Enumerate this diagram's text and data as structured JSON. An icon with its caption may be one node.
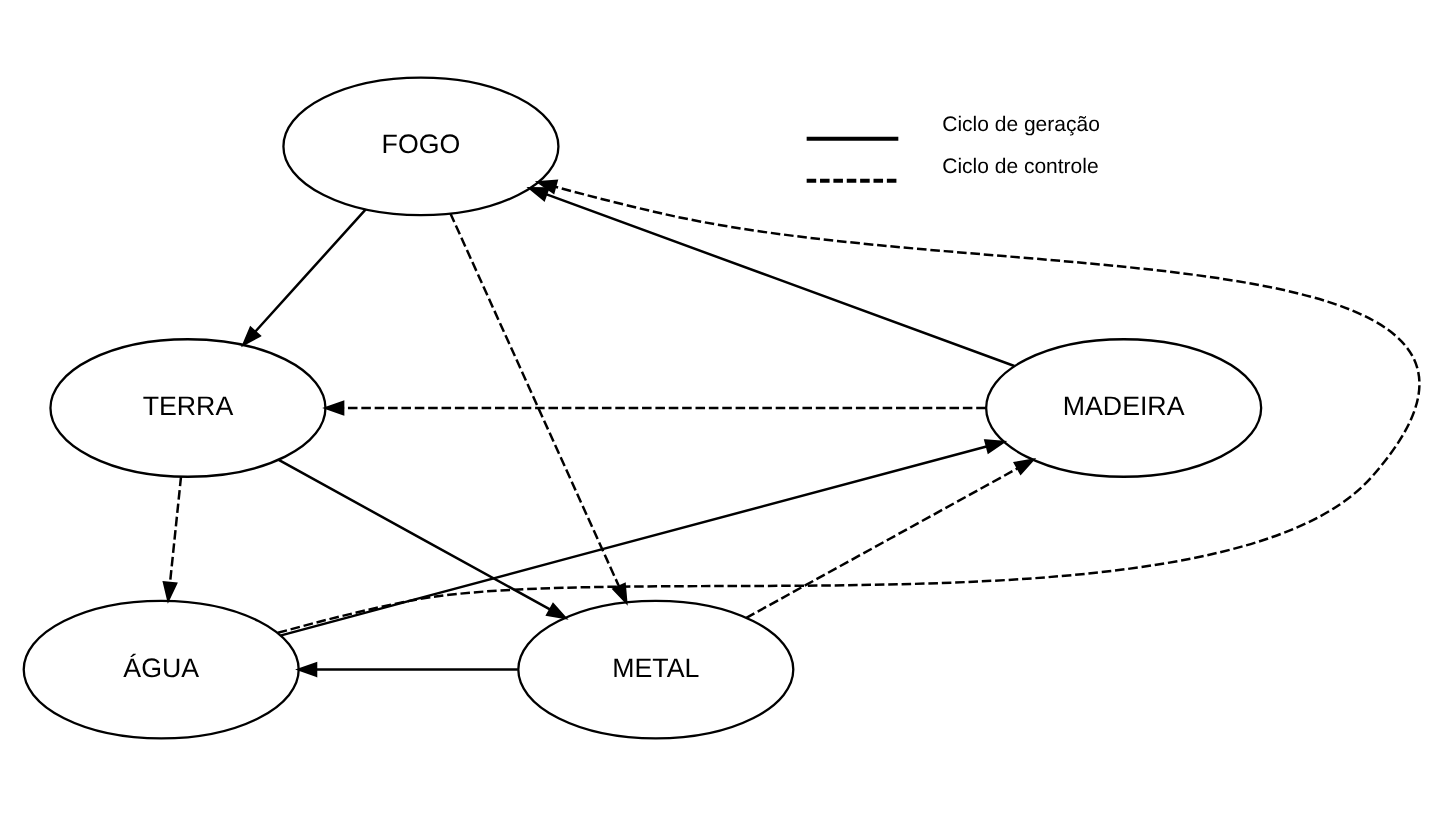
{
  "diagram": {
    "nodes": [
      {
        "text": [
          "FOGO"
        ]
      },
      {
        "text": [
          "MADEIRA"
        ]
      },
      {
        "text": [
          "TERRA"
        ]
      },
      {
        "text": [
          "ÁGUA"
        ]
      },
      {
        "text": [
          "METAL"
        ]
      }
    ],
    "edges": [
      {
        "from": 1,
        "to": 0,
        "arrow": "to"
      },
      {
        "from": 0,
        "to": 2,
        "arrow": "to"
      },
      {
        "from": 2,
        "to": 4,
        "arrow": "to"
      },
      {
        "from": 4,
        "to": 3,
        "arrow": "to"
      },
      {
        "from": 3,
        "to": 1,
        "arrow": "to"
      },
      {
        "from": 1,
        "to": 2,
        "arrow": "to",
        "style": "dashed"
      },
      {
        "from": 2,
        "to": 3,
        "arrow": "to",
        "style": "dashed"
      },
      {
        "from": 3,
        "to": 0,
        "arrow": "to",
        "style": "dashed"
      },
      {
        "from": 0,
        "to": 4,
        "arrow": "to",
        "style": "dashed"
      },
      {
        "from": 4,
        "to": 1,
        "arrow": "to",
        "style": "dashed"
      }
    ],
    "legend": [
      {
        "text": "Ciclo de geração"
      },
      {
        "text": "Ciclo de controle"
      }
    ]
  }
}
